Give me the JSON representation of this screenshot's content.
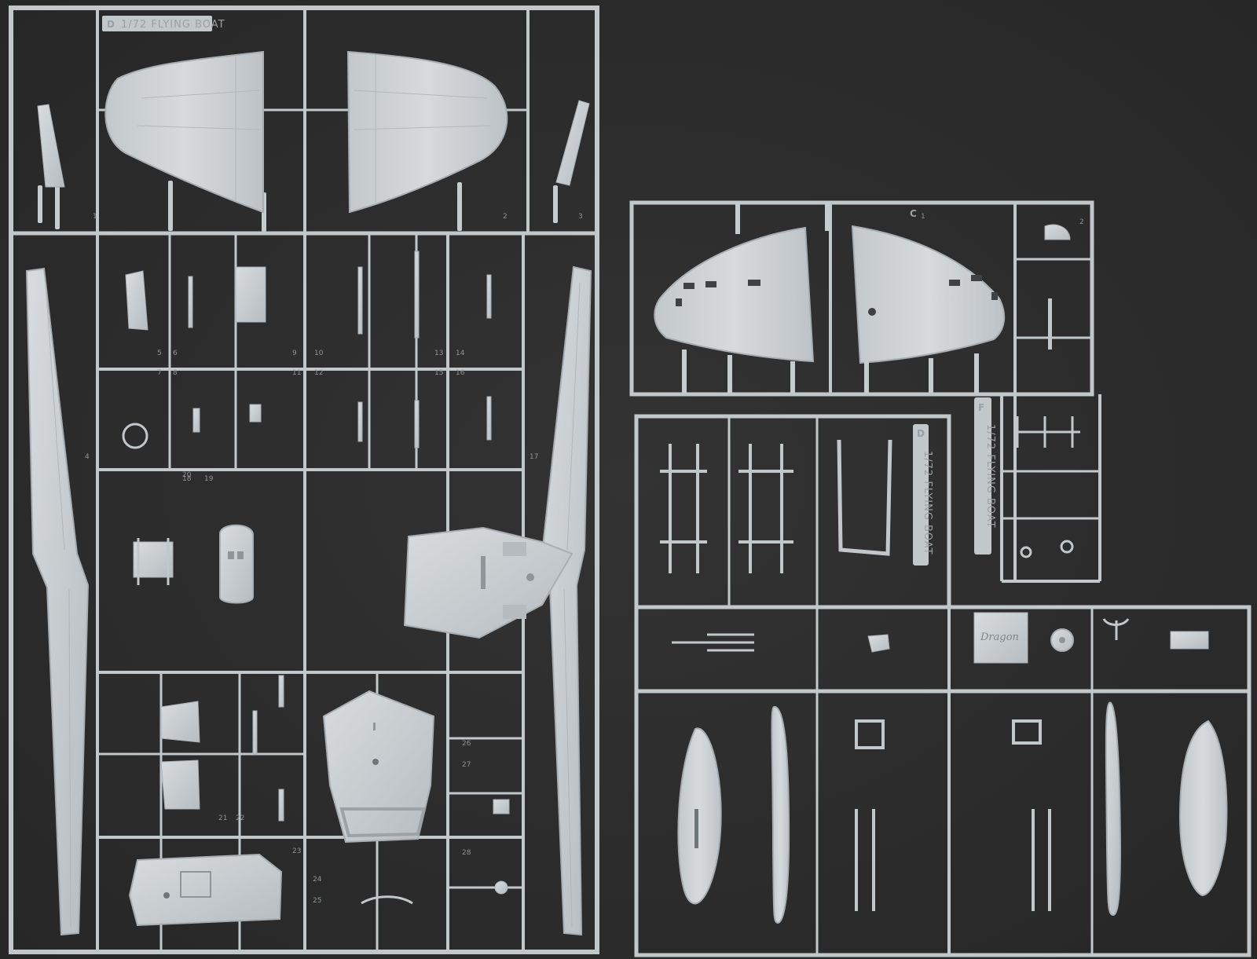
{
  "photo": {
    "colors": {
      "background": "#2b2b2b",
      "plastic": "#c9ced1",
      "plastic_edge": "#a7adb1",
      "plastic_shade": "#b4babe"
    }
  },
  "sprues": {
    "left": {
      "badge": "D",
      "label": "1/72 FLYING BOAT",
      "part_numbers": [
        "1",
        "2",
        "3",
        "4",
        "5",
        "6",
        "7",
        "8",
        "9",
        "10",
        "11",
        "12",
        "13",
        "14",
        "15",
        "16",
        "17",
        "18",
        "19",
        "20",
        "21",
        "22",
        "23",
        "24",
        "25",
        "26",
        "27",
        "28"
      ]
    },
    "right_top": {
      "badge": "C",
      "part_numbers": [
        "1",
        "2"
      ]
    },
    "right_middle": {
      "badge": "D",
      "label": "1/72 FLYING BOAT",
      "logo_text": "Dragon"
    },
    "right_panel": {
      "badge": "F",
      "label": "1/72 FLYING BOAT"
    }
  }
}
